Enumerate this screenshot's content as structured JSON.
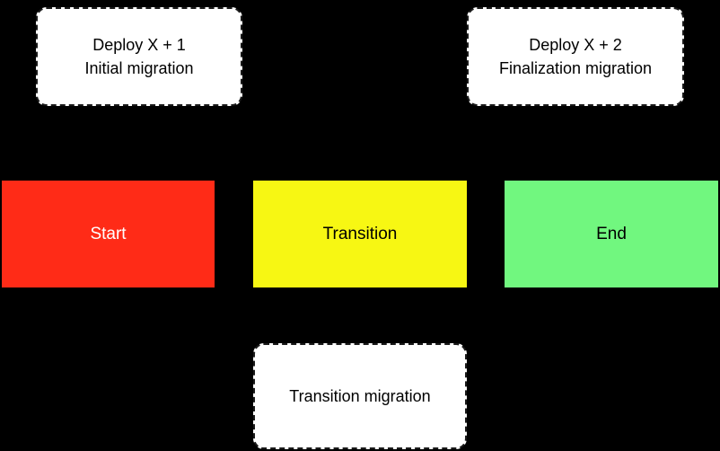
{
  "diagram": {
    "title": "deployment-migration-state-diagram",
    "background_color": "#000000",
    "notes": [
      {
        "id": "deploy-x1",
        "lines": [
          "Deploy X + 1",
          "Initial migration"
        ],
        "fill": "#ffffff",
        "border_style": "dashed"
      },
      {
        "id": "deploy-x2",
        "lines": [
          "Deploy X + 2",
          "Finalization migration"
        ],
        "fill": "#ffffff",
        "border_style": "dashed"
      },
      {
        "id": "transition-migration",
        "lines": [
          "Transition migration"
        ],
        "fill": "#ffffff",
        "border_style": "dashed"
      }
    ],
    "states": [
      {
        "id": "start",
        "label": "Start",
        "color": "#ff2b17",
        "text_color": "#ffffff"
      },
      {
        "id": "transition",
        "label": "Transition",
        "color": "#f7f713",
        "text_color": "#000000"
      },
      {
        "id": "end",
        "label": "End",
        "color": "#71f77f",
        "text_color": "#000000"
      }
    ]
  }
}
